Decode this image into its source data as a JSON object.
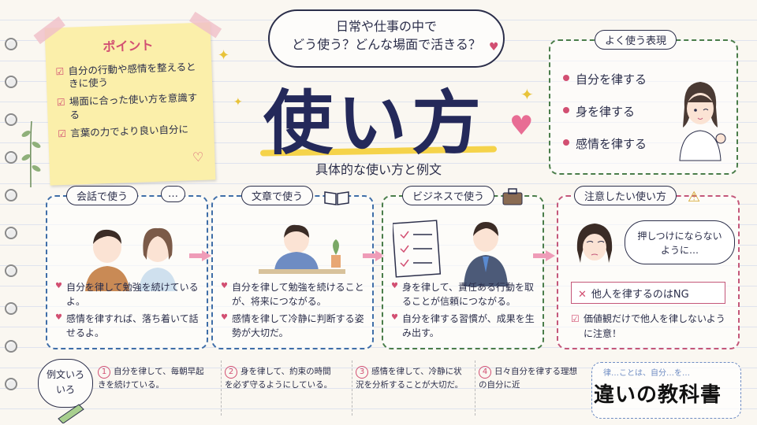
{
  "point_note": {
    "heading": "ポイント",
    "items": [
      "自分の行動や感情を整えるときに使う",
      "場面に合った使い方を意識する",
      "言葉の力でより良い自分に"
    ]
  },
  "thought": {
    "line1": "日常や仕事の中で",
    "line2": "どう使う？どんな場面で活きる？"
  },
  "title": "使い方",
  "subtitle": "具体的な使い方と例文",
  "expressions": {
    "label": "よく使う表現",
    "items": [
      "自分を律する",
      "身を律する",
      "感情を律する"
    ]
  },
  "cards": [
    {
      "label": "会話で使う",
      "lines": [
        "自分を律して勉強を続けているよ。",
        "感情を律すれば、落ち着いて話せるよ。"
      ],
      "color": "#3f6ea8"
    },
    {
      "label": "文章で使う",
      "lines": [
        "自分を律して勉強を続けることが、将来につながる。",
        "感情を律して冷静に判断する姿勢が大切だ。"
      ],
      "color": "#3f6ea8"
    },
    {
      "label": "ビジネスで使う",
      "lines": [
        "身を律して、責任ある行動を取ることが信頼につながる。",
        "自分を律する習慣が、成果を生み出す。"
      ],
      "color": "#4a7d4a"
    },
    {
      "label": "注意したい使い方",
      "bubble": "押しつけにならないように…",
      "ng": "他人を律するのはNG",
      "caution": "価値観だけで他人を律しないように注意！",
      "color": "#c4577a"
    }
  ],
  "examples": {
    "label": "例文いろいろ",
    "items": [
      {
        "num": "1",
        "text": "自分を律して、毎朝早起きを続けている。"
      },
      {
        "num": "2",
        "text": "身を律して、約束の時間を必ず守るようにしている。"
      },
      {
        "num": "3",
        "text": "感情を律して、冷静に状況を分析することが大切だ。"
      },
      {
        "num": "4",
        "text": "日々自分を律する理想の自分に近"
      }
    ]
  },
  "logo": {
    "text": "違いの教科書",
    "peek": "律…ことは、自分…を…"
  },
  "colors": {
    "pink": "#d24f72",
    "navy": "#24295a",
    "yellow": "#f5d34a",
    "green": "#4a7d4a"
  }
}
